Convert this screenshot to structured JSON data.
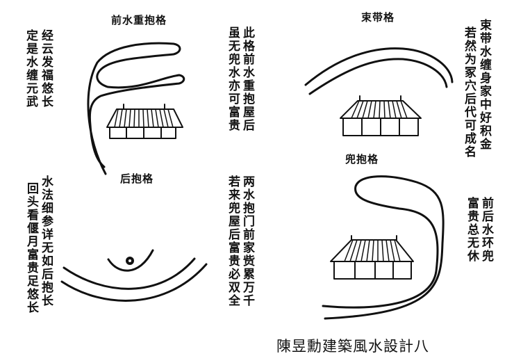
{
  "panels": {
    "front_double_embrace": {
      "title": "前水重抱格",
      "left_verse": [
        "经云发福悠长",
        "定是水缠元武"
      ],
      "right_verse": [
        "此格前水重抱屋后",
        "虽无兜水亦可富贵"
      ]
    },
    "belt_embrace": {
      "title": "束带格",
      "right_verse": [
        "束带水缠身家中好积金",
        "若然为冢穴后代可成名"
      ]
    },
    "rear_embrace": {
      "title": "后抱格",
      "left_verse": [
        "水法细参详无如后抱长",
        "回头看偃月富贵足悠长"
      ],
      "right_verse": [
        "两水抱门前家赀累万千",
        "若来兜屋后富贵必双全"
      ]
    },
    "pocket_embrace": {
      "title": "兜抱格",
      "right_verse": [
        "前后水环兜",
        "富贵总无休"
      ]
    }
  },
  "caption": "陳昱勳建築風水設計八",
  "colors": {
    "ink": "#111111",
    "background": "#ffffff"
  }
}
